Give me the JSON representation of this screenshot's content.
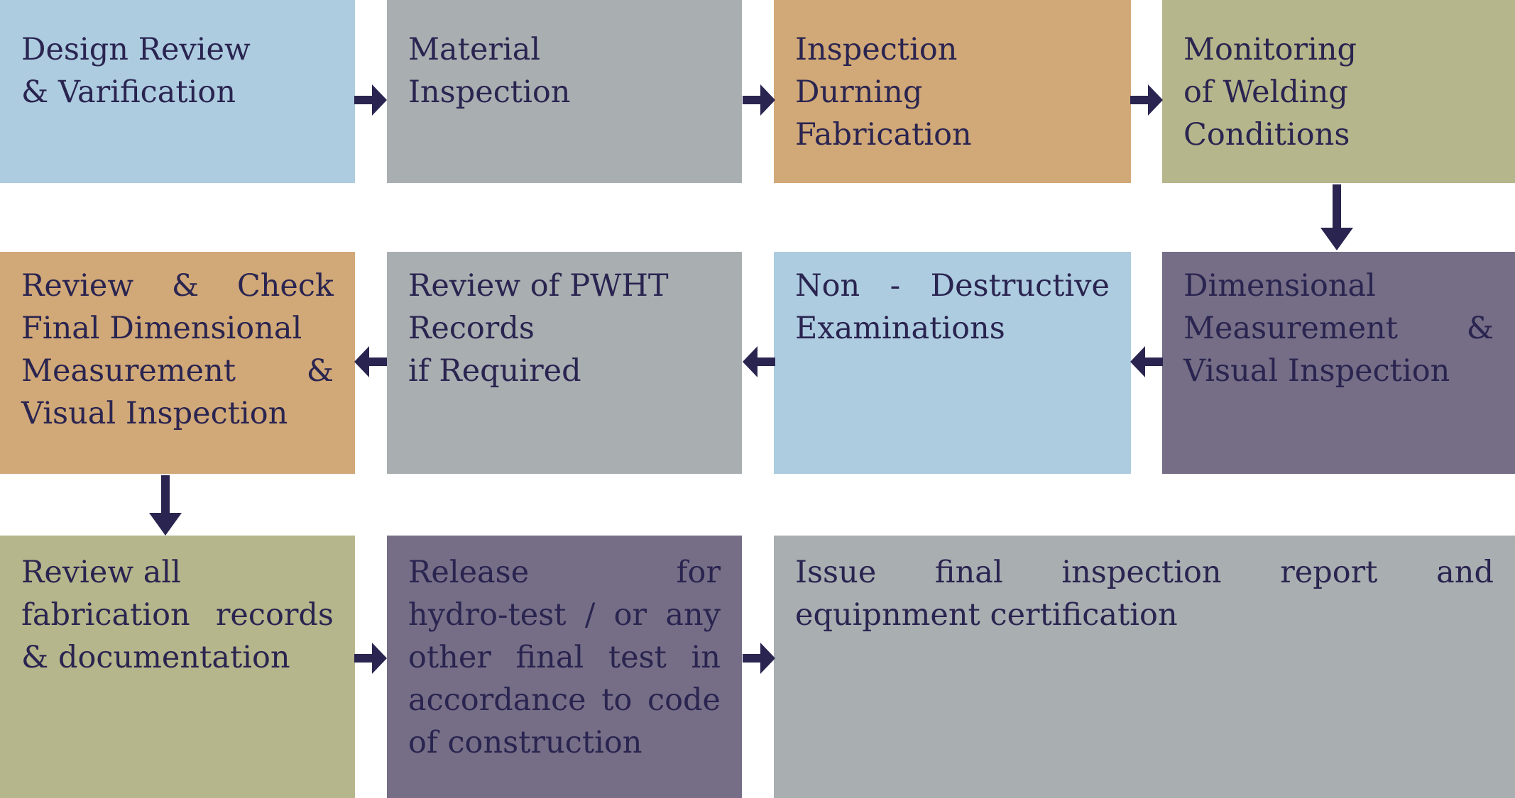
{
  "colors": {
    "background": "#ffffff",
    "blue": "#adcce0",
    "gray": "#a9aeb1",
    "tan": "#d1a978",
    "olive": "#b6b68c",
    "purple": "#756e86",
    "text": "#2a2450",
    "arrow": "#2a2450"
  },
  "boxes": [
    {
      "id": "design-review",
      "color": "blue",
      "text": "Design Review & Varification",
      "lines": [
        "Design Review",
        "& Varification"
      ],
      "stretched": []
    },
    {
      "id": "material-inspection",
      "color": "gray",
      "text": "Material Inspection",
      "lines": [
        "Material",
        "Inspection"
      ],
      "stretched": []
    },
    {
      "id": "inspection-during-fabrication",
      "color": "tan",
      "text": "Inspection Durning Fabrication",
      "lines": [
        "Inspection",
        "Durning",
        "Fabrication"
      ],
      "stretched": []
    },
    {
      "id": "monitoring-welding-conditions",
      "color": "olive",
      "text": "Monitoring of Welding Conditions",
      "lines": [
        "Monitoring",
        "of Welding",
        "Conditions"
      ],
      "stretched": []
    },
    {
      "id": "dimensional-measurement-visual-inspection",
      "color": "purple",
      "text": "Dimensional Measurement & Visual Inspection",
      "lines": [
        "Dimensional",
        "Measurement &",
        "Visual Inspection"
      ],
      "stretched": [
        1
      ]
    },
    {
      "id": "non-destructive-examinations",
      "color": "blue",
      "text": "Non - Destructive Examinations",
      "lines": [
        "Non - Destructive",
        "Examinations"
      ],
      "stretched": [
        0
      ]
    },
    {
      "id": "review-pwht-records",
      "color": "gray",
      "text": "Review of PWHT Records if Required",
      "lines": [
        "Review of PWHT",
        "Records",
        "if Required"
      ],
      "stretched": []
    },
    {
      "id": "review-check-final-dimensional",
      "color": "tan",
      "text": "Review & Check Final Dimensional Measurement & Visual Inspection",
      "lines": [
        "Review & Check",
        "Final Dimensional",
        "Measurement &",
        "Visual Inspection"
      ],
      "stretched": [
        0,
        2
      ]
    },
    {
      "id": "review-fabrication-records",
      "color": "olive",
      "text": "Review all fabrication records & documentation",
      "lines": [
        "Review all",
        "fabrication records",
        "& documentation"
      ],
      "stretched": [
        1
      ]
    },
    {
      "id": "release-for-hydro-test",
      "color": "purple",
      "text": "Release for hydro-test / or any other final test in accordance to code of construction",
      "lines": [
        "Release for",
        "hydro-test / or any",
        "other final test in",
        "accordance to code",
        "of construction"
      ],
      "stretched": [
        0,
        1,
        2,
        3
      ]
    },
    {
      "id": "issue-final-inspection-report",
      "color": "gray",
      "text": "Issue final inspection report and equipnment certification",
      "lines": [
        "Issue final inspection report and",
        "equipnment certification"
      ],
      "stretched": [
        0
      ]
    }
  ],
  "flow": {
    "edges": [
      {
        "from": "design-review",
        "to": "material-inspection",
        "direction": "right"
      },
      {
        "from": "material-inspection",
        "to": "inspection-during-fabrication",
        "direction": "right"
      },
      {
        "from": "inspection-during-fabrication",
        "to": "monitoring-welding-conditions",
        "direction": "right"
      },
      {
        "from": "monitoring-welding-conditions",
        "to": "dimensional-measurement-visual-inspection",
        "direction": "down"
      },
      {
        "from": "dimensional-measurement-visual-inspection",
        "to": "non-destructive-examinations",
        "direction": "left"
      },
      {
        "from": "non-destructive-examinations",
        "to": "review-pwht-records",
        "direction": "left"
      },
      {
        "from": "review-pwht-records",
        "to": "review-check-final-dimensional",
        "direction": "left"
      },
      {
        "from": "review-check-final-dimensional",
        "to": "review-fabrication-records",
        "direction": "down"
      },
      {
        "from": "review-fabrication-records",
        "to": "release-for-hydro-test",
        "direction": "right"
      },
      {
        "from": "release-for-hydro-test",
        "to": "issue-final-inspection-report",
        "direction": "right"
      }
    ]
  }
}
